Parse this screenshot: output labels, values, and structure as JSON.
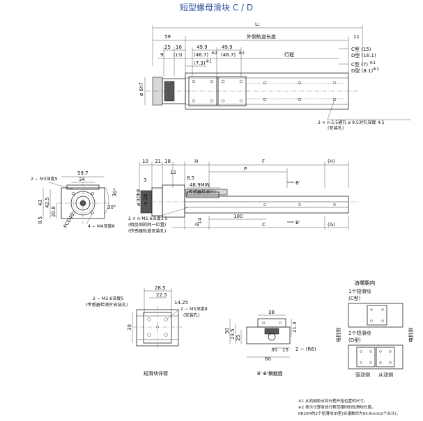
{
  "title": "短型螺母滑块 C / D",
  "top_view": {
    "L1": "L₁",
    "d59": "59",
    "outer_rail_len": "外侧轨道长度",
    "d11": "11",
    "d25": "25",
    "d16": "16",
    "d49a": "49.9",
    "d49b": "49.9",
    "d9": "9",
    "d13": "(13)",
    "d467a": "(46.7)",
    "n2a": "※2",
    "d467b": "(46.7)",
    "n2b": "※2",
    "d73": "(7.3)",
    "n1a": "※1",
    "stroke": "行程",
    "c15": "C型 (15)",
    "d161": "D型 (16.1)",
    "c7": "C型 (7)",
    "n1b": "※1",
    "d81": "D型 (8.1)",
    "n1c": "※1",
    "d6h7": "ø 6h7",
    "hole_note": "2 × n-5.5通孔 ø 9.5对孔深度 4.5",
    "hole_note2": "(安装孔)"
  },
  "side_view": {
    "d10": "10",
    "d31": "31",
    "d18": "18",
    "H": "H",
    "F": "F",
    "Hp": "(H)",
    "P": "P",
    "Bp": "B'",
    "d3": "3",
    "d85": "8.5",
    "d12": "12",
    "min": "48.9MIN",
    "sensor": "(传感器检测片)",
    "d30h8": "ø 30h8",
    "d28": "ø 28",
    "d100": "100",
    "d14": "14",
    "G": "G",
    "C": "C",
    "Gp": "(G)",
    "Bp2": "B'",
    "m26": "2 × n-M2.6深度3.5",
    "m26b": "(相反侧的同一位置)",
    "m26c": "(传感器轨道安装孔)"
  },
  "end_view": {
    "d597": "59.7",
    "d34": "34",
    "m3": "2 − M3深度5",
    "d43": "43",
    "d425": "42.5",
    "d208": "20.8",
    "d05": "0.5",
    "pcd": "PCD40",
    "a30a": "30°",
    "a30b": "30°",
    "m4": "4 − M4深度8"
  },
  "slider_detail": {
    "d285": "28.5",
    "d225": "22.5",
    "d1425": "14.25",
    "m26": "2 − M2.6深度5",
    "m26b": "(传感器检测片安装孔)",
    "m5": "2 − M5深度8",
    "m5b": "(安装孔)",
    "d30": "30",
    "caption": "短滑块详情"
  },
  "section": {
    "d38": "38",
    "d213": "21.3",
    "d30": "30",
    "d235": "23.5",
    "d25": "25",
    "d30b": "30",
    "d15": "15",
    "r6": "2 − (R6)",
    "d60": "60",
    "caption": "B'-B'横截面"
  },
  "grease": {
    "title": "油嘴朝向",
    "one": "1个短滑块",
    "one_type": "(C型)",
    "two": "2个短滑块",
    "two_type": "(D型)",
    "left": "电机侧",
    "right": "电机侧",
    "drive": "驱动侧",
    "follow": "从动侧"
  },
  "notes": {
    "n1": "※1  从机械原点到行程开始位置的尺寸。",
    "n2": "※2  表示计算有效行程范围时的短滑块长度。",
    "n3": "KR20H的2个短滑块(D型)合诸数时为95.6mm(2个合计)。"
  }
}
